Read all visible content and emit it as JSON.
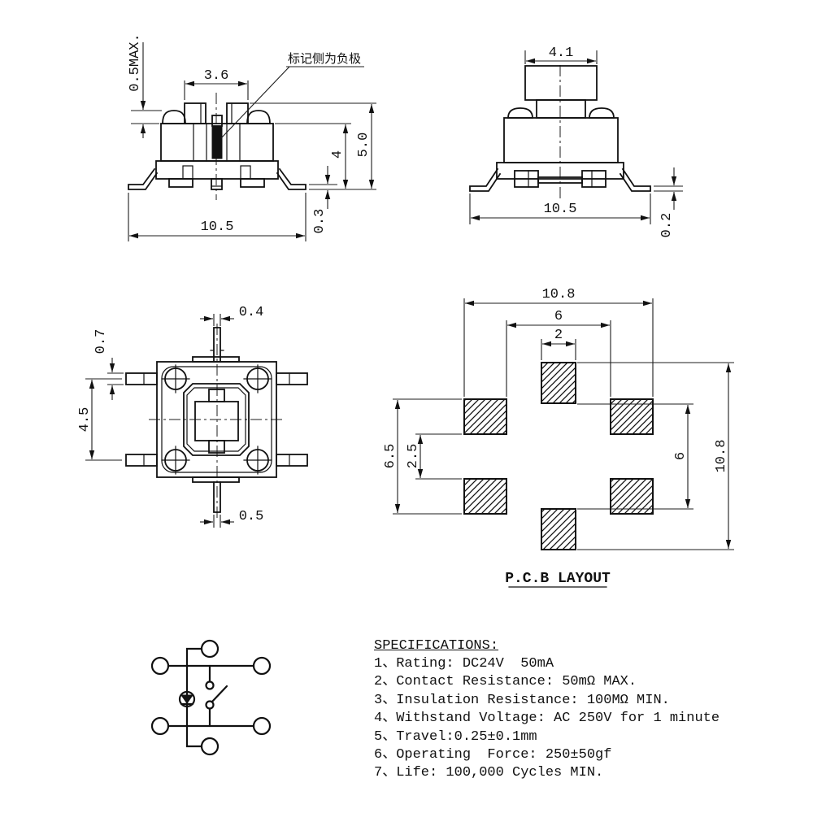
{
  "drawing_title": "Tact switch technical drawing",
  "colors": {
    "line": "#111111",
    "background": "#ffffff",
    "pad_hatch": "#111111"
  },
  "front_view": {
    "annotation": "标记侧为负极",
    "dim_mark_height": "0.5MAX.",
    "dim_stem_span": "3.6",
    "dim_body_height": "4",
    "dim_total_height": "5.0",
    "dim_width": "10.5",
    "dim_lead_thickness": "0.3"
  },
  "side_view": {
    "dim_button_width": "4.1",
    "dim_width": "10.5",
    "dim_lead_thickness": "0.2"
  },
  "top_view": {
    "dim_top_stem_width": "0.4",
    "dim_lead_thickness": "0.7",
    "dim_lead_pitch": "4.5",
    "dim_bottom_stem_width": "0.5"
  },
  "pcb_layout": {
    "title": "P.C.B LAYOUT",
    "dim_outer_width": "10.8",
    "dim_pad_inner_span": "6",
    "dim_center_pad_width": "2",
    "dim_side_pad_span": "6.5",
    "dim_side_pad_gap": "2.5",
    "dim_center_pad_gap": "6",
    "dim_outer_height": "10.8"
  },
  "specifications": {
    "heading": "SPECIFICATIONS:",
    "items": [
      "1、Rating: DC24V  50mA",
      "2、Contact Resistance: 50mΩ MAX.",
      "3、Insulation Resistance: 100MΩ MIN.",
      "4、Withstand Voltage: AC 250V for 1 minute",
      "5、Travel:0.25±0.1mm",
      "6、Operating  Force: 250±50gf",
      "7、Life: 100,000 Cycles MIN."
    ]
  }
}
